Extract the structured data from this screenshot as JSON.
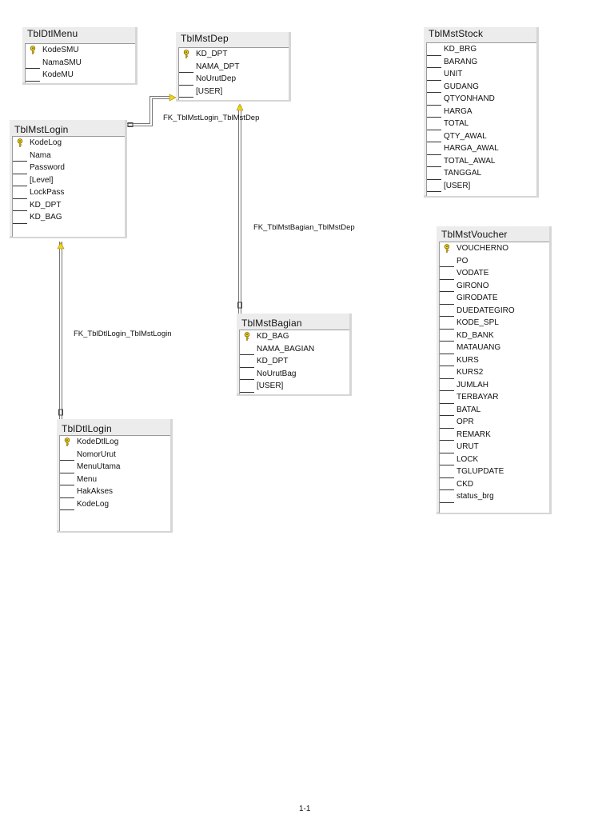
{
  "tables": [
    {
      "name": "TblDtlMenu",
      "fields": [
        {
          "name": "KodeSMU",
          "key": true
        },
        {
          "name": "NamaSMU",
          "key": false
        },
        {
          "name": "KodeMU",
          "key": false
        }
      ]
    },
    {
      "name": "TblMstDep",
      "fields": [
        {
          "name": "KD_DPT",
          "key": true
        },
        {
          "name": "NAMA_DPT",
          "key": false
        },
        {
          "name": "NoUrutDep",
          "key": false
        },
        {
          "name": "[USER]",
          "key": false
        }
      ]
    },
    {
      "name": "TblMstStock",
      "fields": [
        {
          "name": "KD_BRG",
          "key": false
        },
        {
          "name": "BARANG",
          "key": false
        },
        {
          "name": "UNIT",
          "key": false
        },
        {
          "name": "GUDANG",
          "key": false
        },
        {
          "name": "QTYONHAND",
          "key": false
        },
        {
          "name": "HARGA",
          "key": false
        },
        {
          "name": "TOTAL",
          "key": false
        },
        {
          "name": "QTY_AWAL",
          "key": false
        },
        {
          "name": "HARGA_AWAL",
          "key": false
        },
        {
          "name": "TOTAL_AWAL",
          "key": false
        },
        {
          "name": "TANGGAL",
          "key": false
        },
        {
          "name": "[USER]",
          "key": false
        }
      ]
    },
    {
      "name": "TblMstLogin",
      "fields": [
        {
          "name": "KodeLog",
          "key": true
        },
        {
          "name": "Nama",
          "key": false
        },
        {
          "name": "Password",
          "key": false
        },
        {
          "name": "[Level]",
          "key": false
        },
        {
          "name": "LockPass",
          "key": false
        },
        {
          "name": "KD_DPT",
          "key": false
        },
        {
          "name": "KD_BAG",
          "key": false
        }
      ]
    },
    {
      "name": "TblMstVoucher",
      "fields": [
        {
          "name": "VOUCHERNO",
          "key": true
        },
        {
          "name": "PO",
          "key": false
        },
        {
          "name": "VODATE",
          "key": false
        },
        {
          "name": "GIRONO",
          "key": false
        },
        {
          "name": "GIRODATE",
          "key": false
        },
        {
          "name": "DUEDATEGIRO",
          "key": false
        },
        {
          "name": "KODE_SPL",
          "key": false
        },
        {
          "name": "KD_BANK",
          "key": false
        },
        {
          "name": "MATAUANG",
          "key": false
        },
        {
          "name": "KURS",
          "key": false
        },
        {
          "name": "KURS2",
          "key": false
        },
        {
          "name": "JUMLAH",
          "key": false
        },
        {
          "name": "TERBAYAR",
          "key": false
        },
        {
          "name": "BATAL",
          "key": false
        },
        {
          "name": "OPR",
          "key": false
        },
        {
          "name": "REMARK",
          "key": false
        },
        {
          "name": "URUT",
          "key": false
        },
        {
          "name": "LOCK",
          "key": false
        },
        {
          "name": "TGLUPDATE",
          "key": false
        },
        {
          "name": "CKD",
          "key": false
        },
        {
          "name": "status_brg",
          "key": false
        }
      ]
    },
    {
      "name": "TblMstBagian",
      "fields": [
        {
          "name": "KD_BAG",
          "key": true
        },
        {
          "name": "NAMA_BAGIAN",
          "key": false
        },
        {
          "name": "KD_DPT",
          "key": false
        },
        {
          "name": "NoUrutBag",
          "key": false
        },
        {
          "name": "[USER]",
          "key": false
        }
      ]
    },
    {
      "name": "TblDtlLogin",
      "fields": [
        {
          "name": "KodeDtlLog",
          "key": true
        },
        {
          "name": "NomorUrut",
          "key": false
        },
        {
          "name": "MenuUtama",
          "key": false
        },
        {
          "name": "Menu",
          "key": false
        },
        {
          "name": "HakAkses",
          "key": false
        },
        {
          "name": "KodeLog",
          "key": false
        }
      ]
    }
  ],
  "relationships": [
    {
      "label": "FK_TblMstLogin_TblMstDep"
    },
    {
      "label": "FK_TblMstBagian_TblMstDep"
    },
    {
      "label": "FK_TblDtlLogin_TblMstLogin"
    }
  ],
  "page_number": "1-1",
  "colors": {
    "key_icon": "#f2d21b",
    "line": "#777777",
    "panel": "#ececec"
  }
}
